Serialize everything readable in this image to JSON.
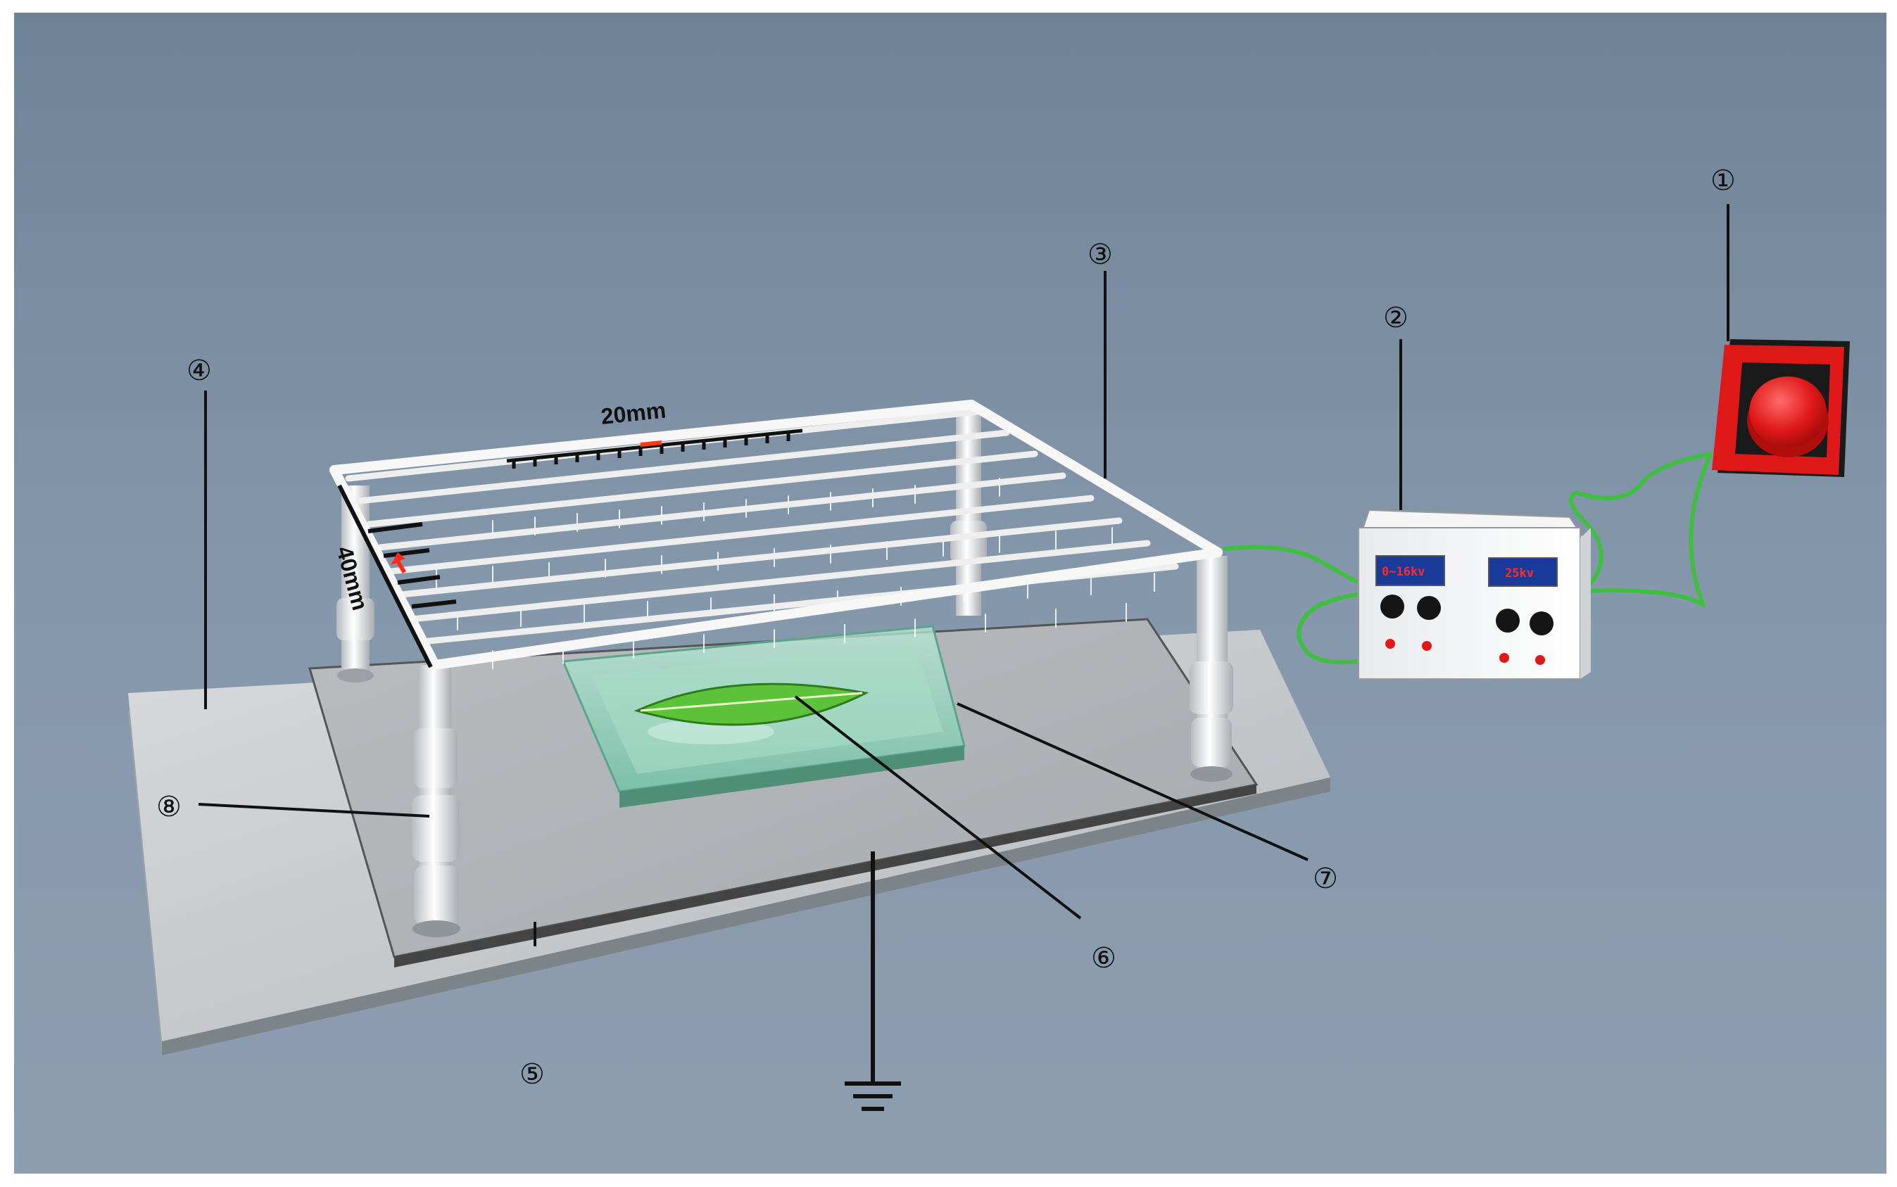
{
  "callouts": {
    "c1": "①",
    "c2": "②",
    "c3": "③",
    "c4": "④",
    "c5": "⑤",
    "c6": "⑥",
    "c7": "⑦",
    "c8": "⑧"
  },
  "dimensions": {
    "width_label": "20mm",
    "depth_label": "40mm"
  },
  "power_supply": {
    "display_left": "0~16kv",
    "display_right": "25kv"
  },
  "colors": {
    "background": "#7f93a8",
    "base_plate": "#c6c9cc",
    "frame": "#f2f2f2",
    "cable": "#3fbf3f",
    "emergency_button": "#e01818",
    "leaf": "#5cc23a"
  },
  "icons": {
    "ground": "ground-symbol-icon",
    "emergency_stop": "emergency-stop-button-icon",
    "leaf": "leaf-icon"
  }
}
